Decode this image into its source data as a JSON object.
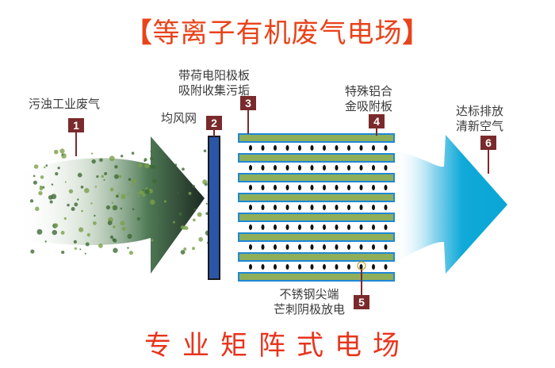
{
  "title": {
    "open_bracket": "【",
    "text": "等离子有机废气电场",
    "close_bracket": "】"
  },
  "footer": "专业矩阵式电场",
  "callouts": [
    {
      "number": "1",
      "lines": [
        "污浊工业废气"
      ]
    },
    {
      "number": "2",
      "lines": [
        "均风网"
      ]
    },
    {
      "number": "3",
      "lines": [
        "带荷电阳极板",
        "吸附收集污垢"
      ]
    },
    {
      "number": "4",
      "lines": [
        "特殊铝合",
        "金吸附板"
      ]
    },
    {
      "number": "5",
      "lines": [
        "不锈钢尖端",
        "芒刺阴极放电"
      ]
    },
    {
      "number": "6",
      "lines": [
        "达标排放",
        "清新空气"
      ]
    }
  ],
  "components": {
    "inlet_arrow": "polluted-air-arrow",
    "mesh": "air-distribution-mesh",
    "plates_count": 8,
    "needles_per_row": 12,
    "outlet_arrow": "clean-air-arrow"
  },
  "colors": {
    "title": "#e8431a",
    "badge": "#7a2a2c",
    "inlet_arrow": "#2e4a32",
    "outlet_arrow": "#10a9d8",
    "plate_border": "#1e88d8",
    "plate_core": "#8fae5a",
    "mesh": "#2b56a8"
  }
}
